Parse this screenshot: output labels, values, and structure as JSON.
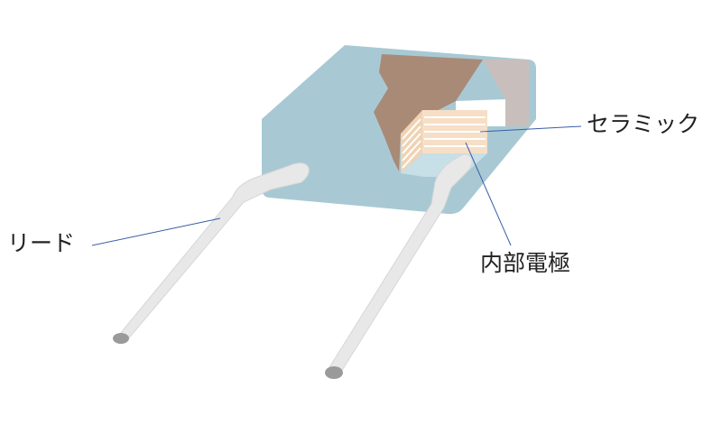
{
  "labels": {
    "ceramic": "セラミック",
    "lead": "リード",
    "internal_electrode": "内部電極"
  },
  "colors": {
    "body": "#a8c9d3",
    "cutaway_brown": "#a88a77",
    "cutaway_gray": "#c8bfbd",
    "ceramic_layers": "#f6dfc6",
    "electrode_lines": "#ffffff",
    "leads": "#e8e8e8",
    "leader_line": "#3a5ea8"
  }
}
